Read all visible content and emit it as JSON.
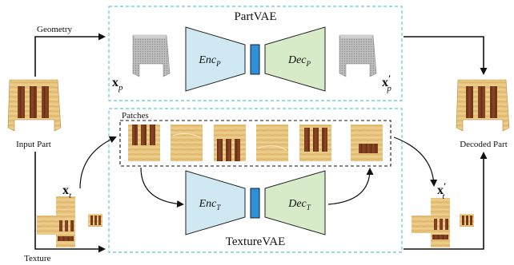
{
  "diagram": {
    "part_vae": {
      "title": "PartVAE",
      "encoder": {
        "base": "Enc",
        "sub": "P"
      },
      "decoder": {
        "base": "Dec",
        "sub": "P"
      },
      "input": {
        "base": "x",
        "sub": "p"
      },
      "output": {
        "base": "x",
        "sub": "p",
        "prime": "′"
      }
    },
    "texture_vae": {
      "title": "TextureVAE",
      "encoder": {
        "base": "Enc",
        "sub": "T"
      },
      "decoder": {
        "base": "Dec",
        "sub": "T"
      },
      "patches_label": "Patches",
      "input": {
        "base": "x",
        "sub": "t"
      },
      "output": {
        "base": "x",
        "sub": "t",
        "prime": "′"
      }
    },
    "labels": {
      "geometry": "Geometry",
      "texture": "Texture",
      "input_part": "Input Part",
      "decoded_part": "Decoded Part"
    },
    "colors": {
      "dashed_box": "#5ec8d8",
      "encoder_fill": "#cfe8f1",
      "decoder_fill": "#d8ebc9",
      "latent_fill": "#2f8fd8",
      "wood_light": "#e7c47e",
      "wood_dark": "#7a3b1d"
    }
  }
}
